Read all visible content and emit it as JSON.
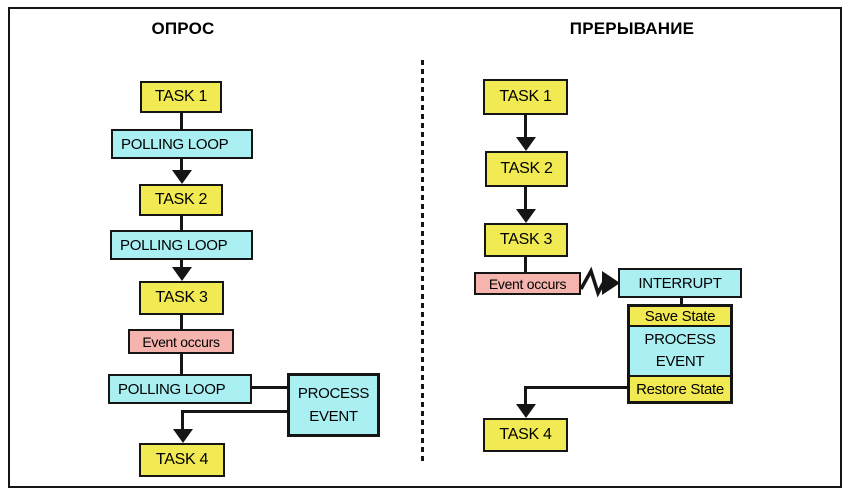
{
  "left": {
    "title": "ОПРОС",
    "task1": "TASK 1",
    "polling1": "POLLING LOOP",
    "task2": "TASK 2",
    "polling2": "POLLING LOOP",
    "task3": "TASK 3",
    "event": "Event occurs",
    "polling3": "POLLING LOOP",
    "process_line1": "PROCESS",
    "process_line2": "EVENT",
    "task4": "TASK 4"
  },
  "right": {
    "title": "ПРЕРЫВАНИЕ",
    "task1": "TASK 1",
    "task2": "TASK 2",
    "task3": "TASK 3",
    "event": "Event occurs",
    "interrupt": "INTERRUPT",
    "save_state": "Save State",
    "process_line1": "PROCESS",
    "process_line2": "EVENT",
    "restore_state": "Restore State",
    "task4": "TASK 4"
  },
  "colors": {
    "task_fill": "#F2EA52",
    "loop_fill": "#AAEFF2",
    "event_fill": "#F5B5AE",
    "line": "#151515"
  }
}
